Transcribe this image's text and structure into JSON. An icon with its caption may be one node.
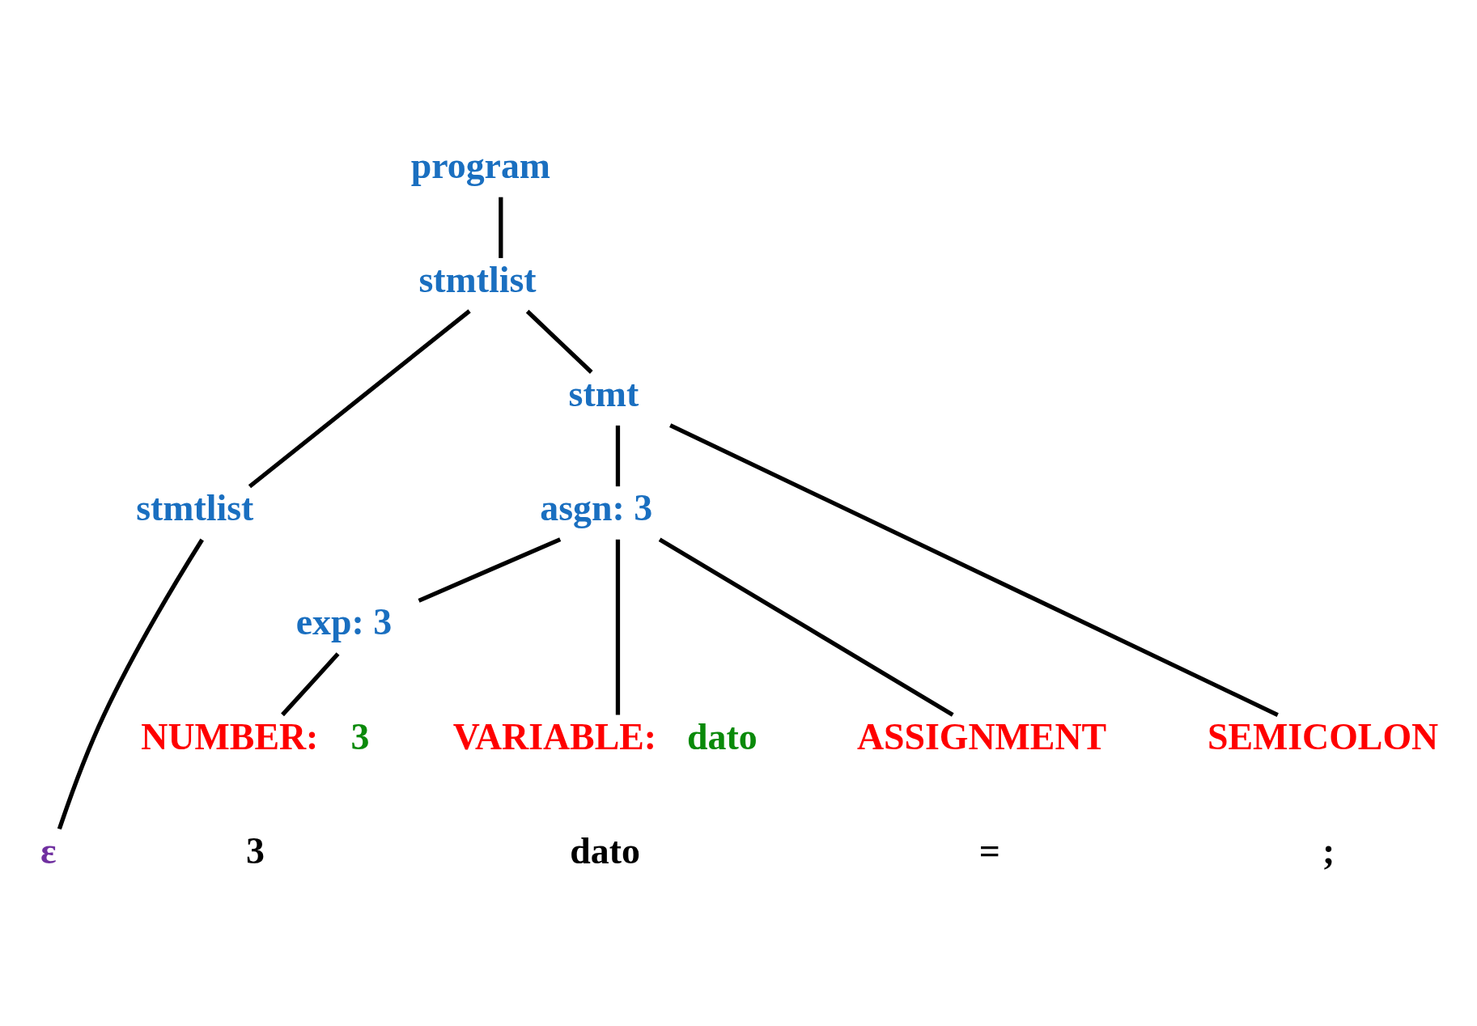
{
  "diagram": {
    "nodes": [
      {
        "text": [
          "program"
        ]
      },
      {
        "text": [
          "stmtlist"
        ]
      },
      {
        "text": [
          "stmtlist"
        ]
      },
      {
        "text": [
          "stmt"
        ]
      },
      {
        "text": [
          "ε"
        ]
      },
      {
        "text": [
          "asgn: 3"
        ]
      },
      {
        "text": [
          "exp: 3"
        ]
      },
      {
        "text": [
          "VARIABLE:",
          "dato"
        ]
      },
      {
        "text": [
          "ASSIGNMENT"
        ]
      },
      {
        "text": [
          "NUMBER:",
          "3"
        ]
      },
      {
        "text": [
          "SEMICOLON"
        ]
      }
    ],
    "edges": [
      {
        "from": 0,
        "to": 1,
        "arrow": "none"
      },
      {
        "from": 1,
        "to": 2,
        "arrow": "none"
      },
      {
        "from": 1,
        "to": 3,
        "arrow": "none"
      },
      {
        "from": 2,
        "to": 4,
        "arrow": "none"
      },
      {
        "from": 3,
        "to": 5,
        "arrow": "none"
      },
      {
        "from": 3,
        "to": 10,
        "arrow": "none"
      },
      {
        "from": 5,
        "to": 7,
        "arrow": "none"
      },
      {
        "from": 5,
        "to": 8,
        "arrow": "none"
      },
      {
        "from": 5,
        "to": 6,
        "arrow": "none"
      },
      {
        "from": 6,
        "to": 9,
        "arrow": "none"
      }
    ],
    "labels": [
      "dato",
      "=",
      "3",
      ";"
    ]
  }
}
